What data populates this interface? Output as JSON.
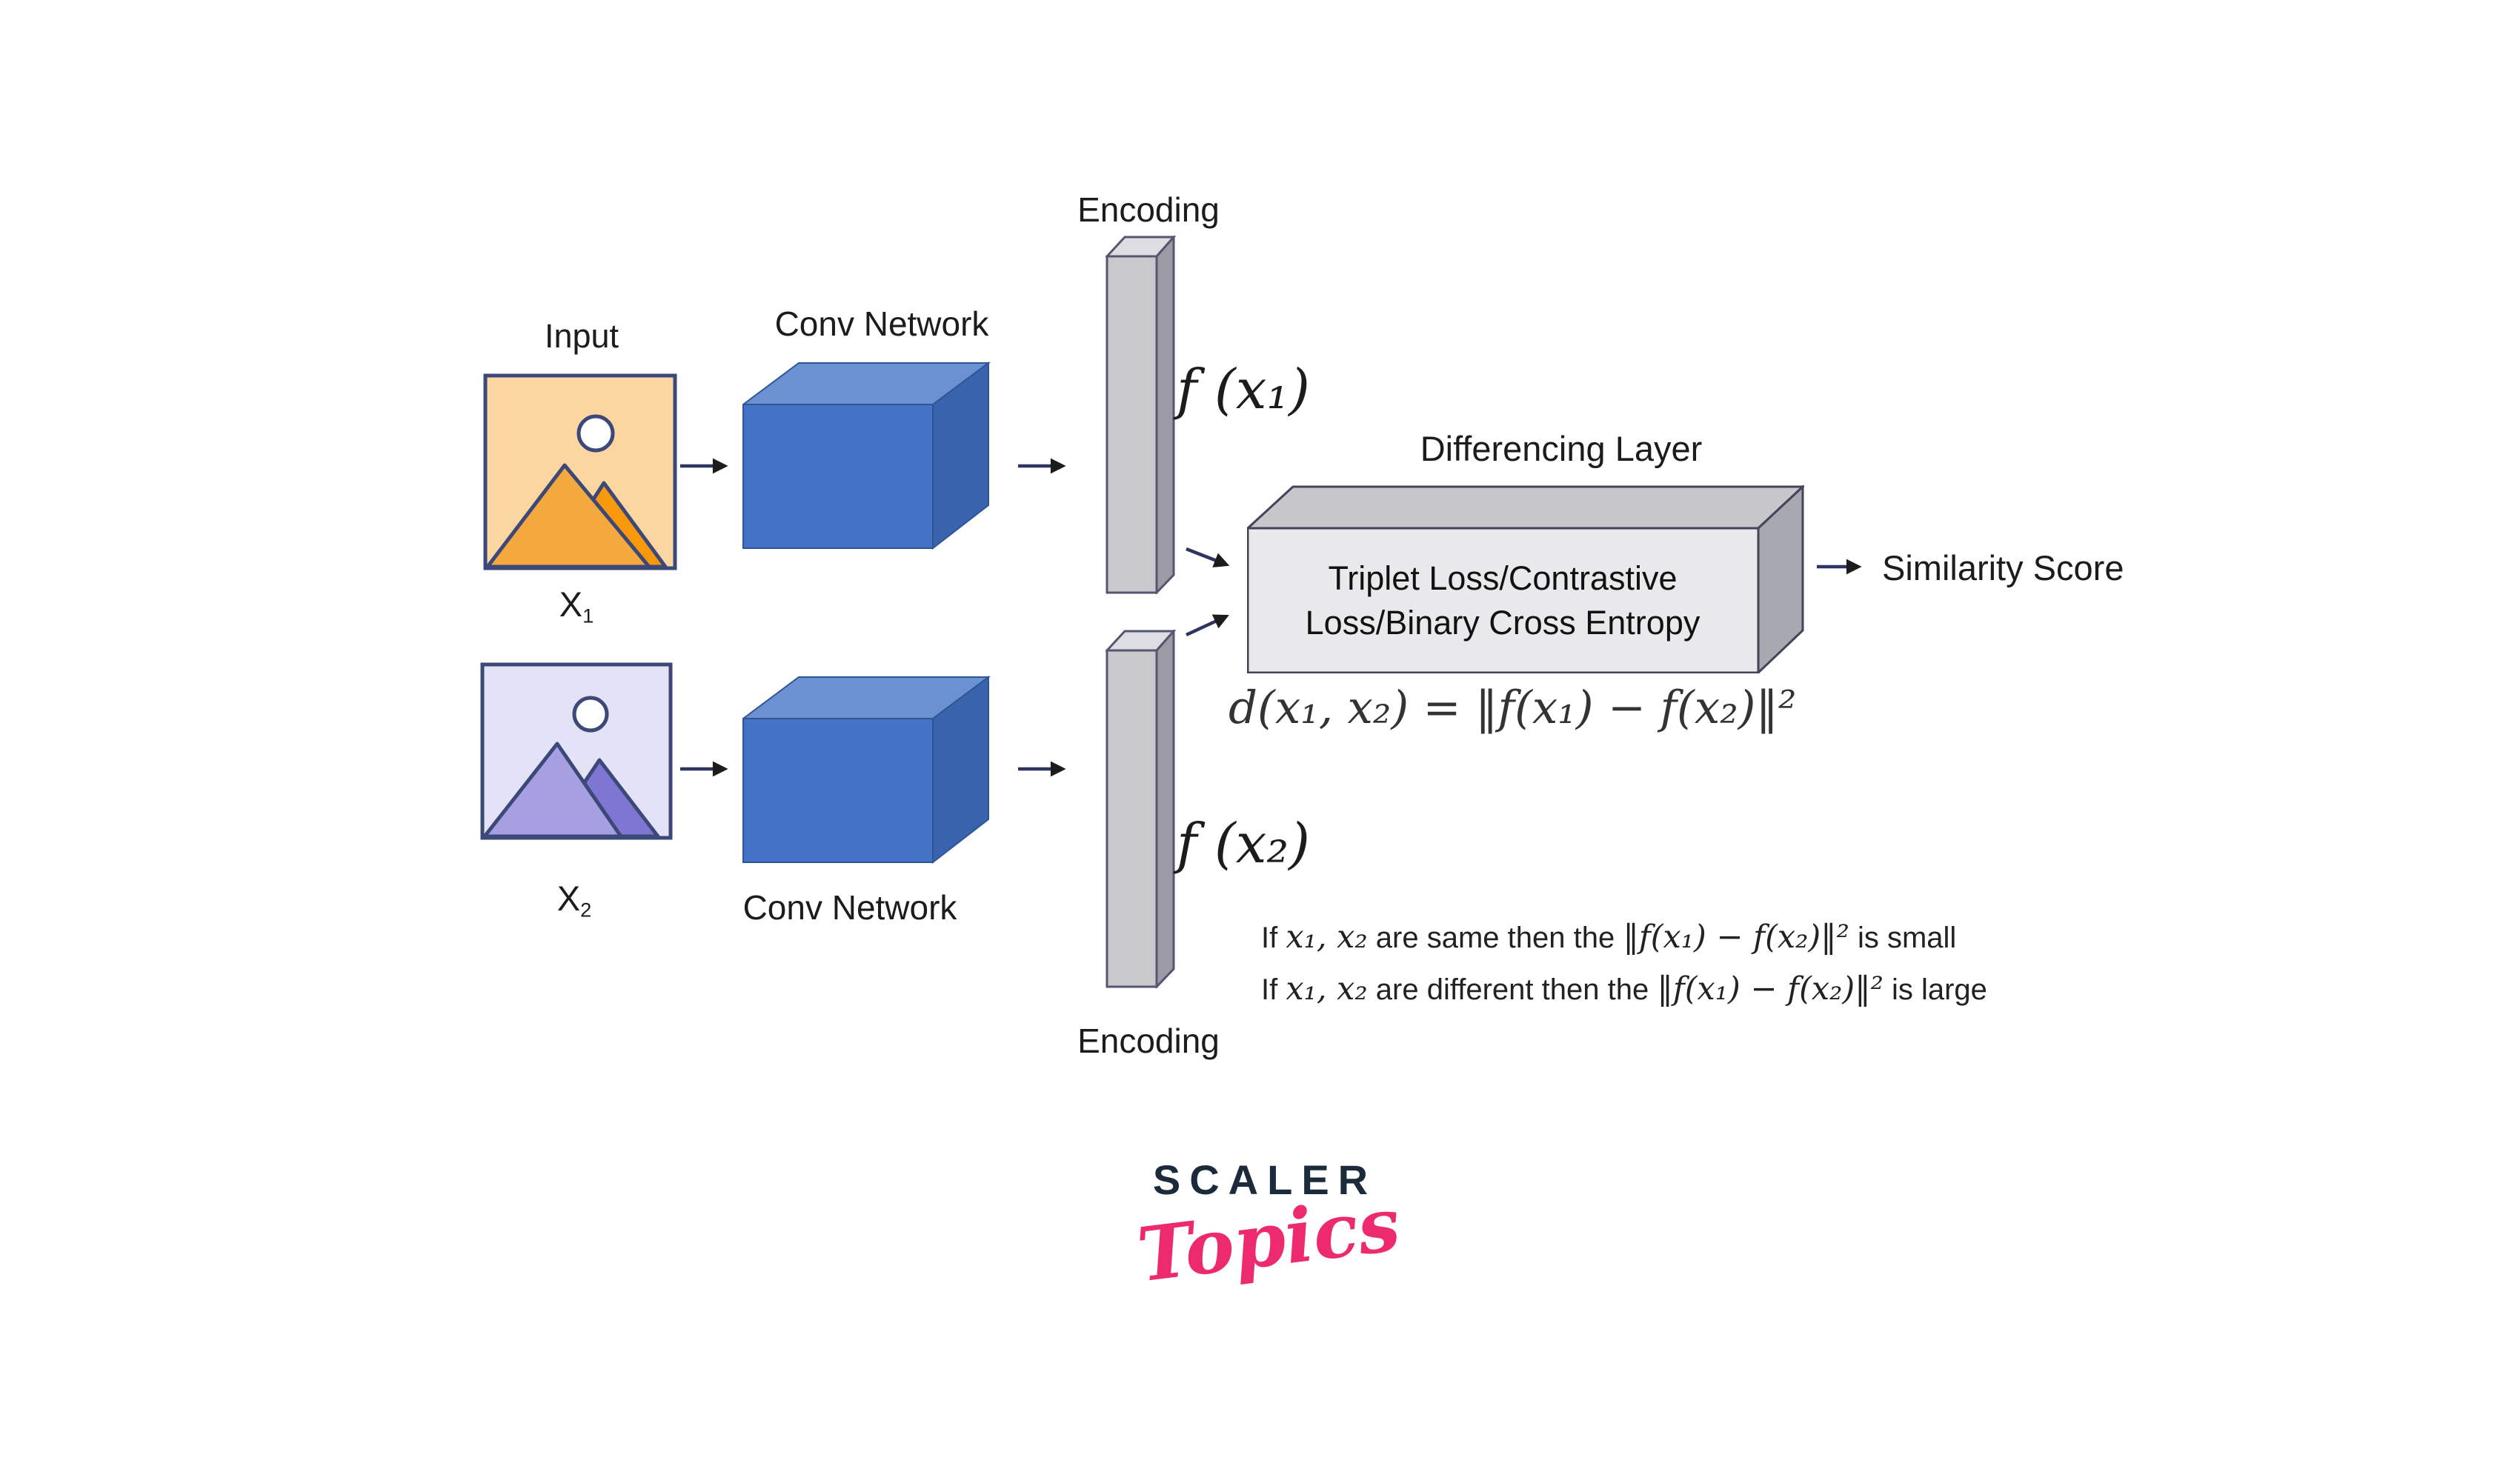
{
  "colors": {
    "canvas_bg": "#ffffff",
    "ink": "#1c1c1c",
    "arrow_shaft": "#2e3560",
    "arrow_head": "#1c1c1c",
    "image_border": "#3c4878",
    "x1_image": {
      "bg": "#fcd6a0",
      "mountain_front": "#f4a93f",
      "mountain_back": "#f8990d",
      "sun": "#ffffff"
    },
    "x2_image": {
      "bg": "#e4e2f7",
      "mountain_front": "#a69fe1",
      "mountain_back": "#7f75d3",
      "sun": "#ffffff"
    },
    "conv_box": {
      "front": "#4472c4",
      "top": "#6b91d3",
      "side": "#3a63ae"
    },
    "encoding_bar": {
      "front": "#c9c8cd",
      "top": "#dedde3",
      "side": "#9b9aa5"
    },
    "diff_box": {
      "front": "#e9e9eb",
      "top": "#c6c6cb",
      "side": "#a8a8b0"
    },
    "logo_navy": "#1b2b3c",
    "logo_pink": "#ee2a6e"
  },
  "labels": {
    "input": "Input",
    "x1_base": "X",
    "x1_sub": "1",
    "x2_base": "X",
    "x2_sub": "2",
    "conv_top": "Conv Network",
    "conv_bottom": "Conv Network",
    "encoding_top": "Encoding",
    "encoding_bottom": "Encoding",
    "f_x1": "f (x₁)",
    "f_x2": "f (x₂)",
    "differencing_layer": "Differencing Layer",
    "diff_box_line1": "Triplet Loss/Contrastive",
    "diff_box_line2": "Loss/Binary Cross Entropy",
    "similarity_score": "Similarity Score",
    "distance_formula": "d(x₁, x₂) = ‖f(x₁) − f(x₂)‖²"
  },
  "conditions": {
    "line1": {
      "prefix": "If ",
      "vars": "x₁, x₂",
      "middle": " are same then the ",
      "norm": "‖f(x₁) − f(x₂)‖²",
      "suffix": " is small"
    },
    "line2": {
      "prefix": "If ",
      "vars": "x₁, x₂",
      "middle": " are different then the ",
      "norm": "‖f(x₁) − f(x₂)‖²",
      "suffix": " is large"
    }
  },
  "logo": {
    "scaler": "SCALER",
    "topics": "Topics"
  }
}
